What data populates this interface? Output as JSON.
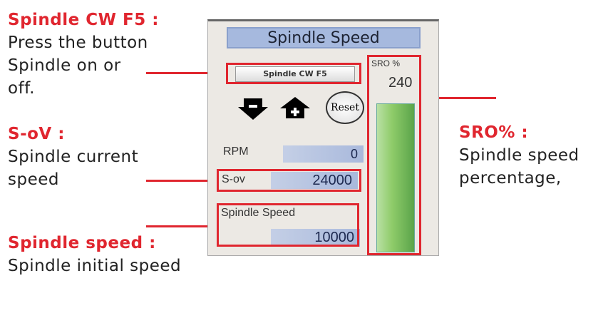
{
  "annotations": {
    "spindle_cw": {
      "heading": "Spindle CW F5 :",
      "lines": [
        "Press the button",
        "Spindle on or",
        "off."
      ]
    },
    "sov": {
      "heading": "S-oV :",
      "lines": [
        "Spindle current",
        "speed"
      ]
    },
    "spindle_speed": {
      "heading": "Spindle speed :",
      "lines": [
        "Spindle initial speed"
      ]
    },
    "sro": {
      "heading": "SRO% :",
      "lines": [
        "Spindle speed",
        "percentage,"
      ]
    }
  },
  "panel": {
    "title": "Spindle Speed",
    "spindle_button": "Spindle CW F5",
    "reset_button": "Reset",
    "sro_label": "SRO %",
    "sro_value": "240",
    "rpm_label": "RPM",
    "rpm_value": "0",
    "sov_label": "S-ov",
    "sov_value": "24000",
    "speed_label": "Spindle Speed",
    "speed_value": "10000"
  },
  "colors": {
    "accent": "#e0262f",
    "bar": "#7fc35a"
  }
}
